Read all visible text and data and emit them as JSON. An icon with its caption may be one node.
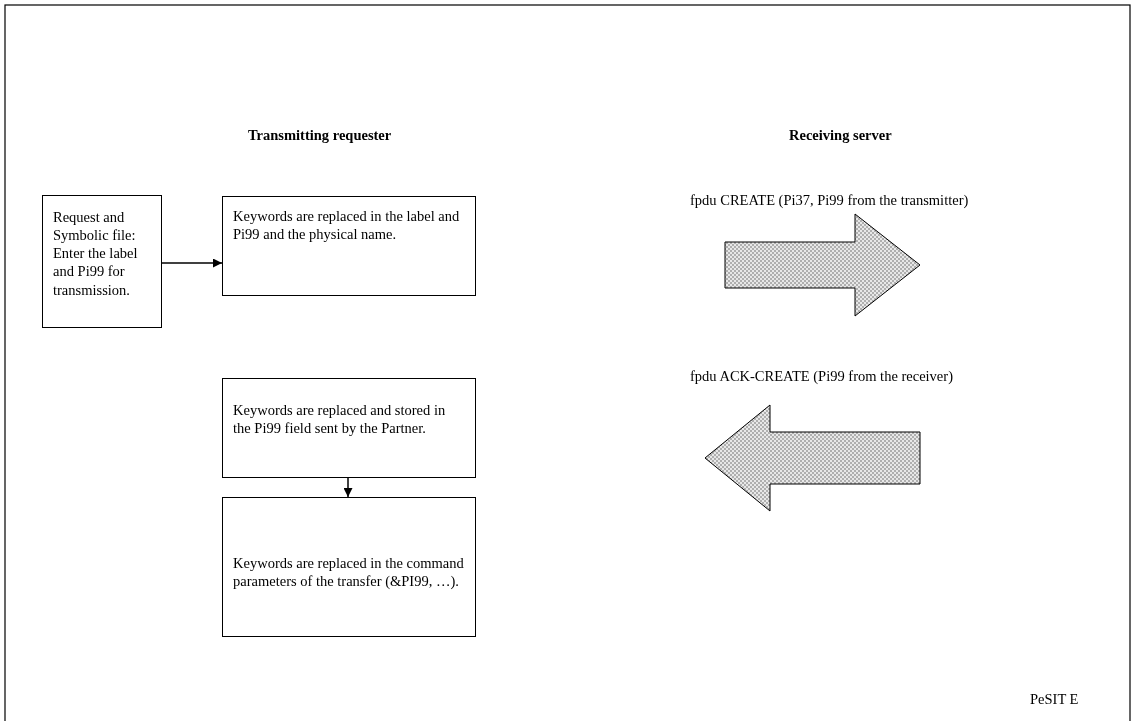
{
  "diagram": {
    "nodes": [
      {
        "text": [
          "Request and Symbolic file: Enter the label and Pi99 for transmission."
        ]
      },
      {
        "text": [
          "Keywords are replaced in the label and Pi99 and the physical name."
        ]
      },
      {
        "text": [
          "Keywords are replaced and stored in the Pi99 field sent by the Partner."
        ]
      },
      {
        "text": [
          "Keywords are replaced in the command parameters of the transfer (&PI99, …)."
        ]
      }
    ],
    "edges": [
      {
        "from": 0,
        "to": 1,
        "arrow": "to"
      },
      {
        "from": 2,
        "to": 3,
        "arrow": "to"
      }
    ],
    "labels": [
      "Transmitting requester",
      "Receiving server",
      "fpdu CREATE (Pi37, Pi99 from the transmitter)",
      "fpdu ACK-CREATE (Pi99 from the receiver)",
      "PeSIT E"
    ]
  }
}
